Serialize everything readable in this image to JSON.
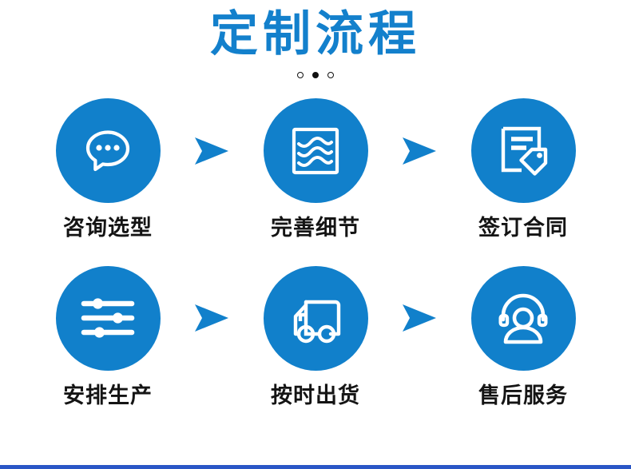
{
  "header": {
    "title": "定制流程",
    "title_color": "#1380CC",
    "dots": [
      {
        "state": "hollow"
      },
      {
        "state": "filled"
      },
      {
        "state": "hollow"
      }
    ]
  },
  "theme": {
    "circle_blue": "#1180CB",
    "arrow_blue": "#1180CB",
    "label_color": "#141414",
    "bottom_bar_color": "#2A56C6",
    "background": "#ffffff"
  },
  "arrow": {
    "icon": "arrow-right-icon"
  },
  "steps": [
    {
      "label": "咨询选型",
      "icon": "chat-bubble-dots-icon",
      "order": 1
    },
    {
      "label": "完善细节",
      "icon": "waves-in-frame-icon",
      "order": 2
    },
    {
      "label": "签订合同",
      "icon": "document-tag-icon",
      "order": 3
    },
    {
      "label": "安排生产",
      "icon": "sliders-icon",
      "order": 4
    },
    {
      "label": "按时出货",
      "icon": "truck-icon",
      "order": 5
    },
    {
      "label": "售后服务",
      "icon": "headset-person-icon",
      "order": 6
    }
  ]
}
